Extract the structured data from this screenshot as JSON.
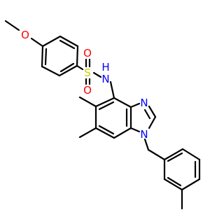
{
  "atoms": {
    "methoxy_o": "O",
    "sulfonyl_s": "S",
    "sulfonyl_o_top": "O",
    "sulfonyl_o_bottom": "O",
    "amide_n": "N",
    "amide_h": "H",
    "imidazole_n3": "N",
    "imidazole_n1": "N"
  },
  "colors": {
    "bond": "#000000",
    "oxygen": "#ff0000",
    "sulfur": "#cccc00",
    "nitrogen": "#0000ff",
    "carbon": "#000000"
  }
}
